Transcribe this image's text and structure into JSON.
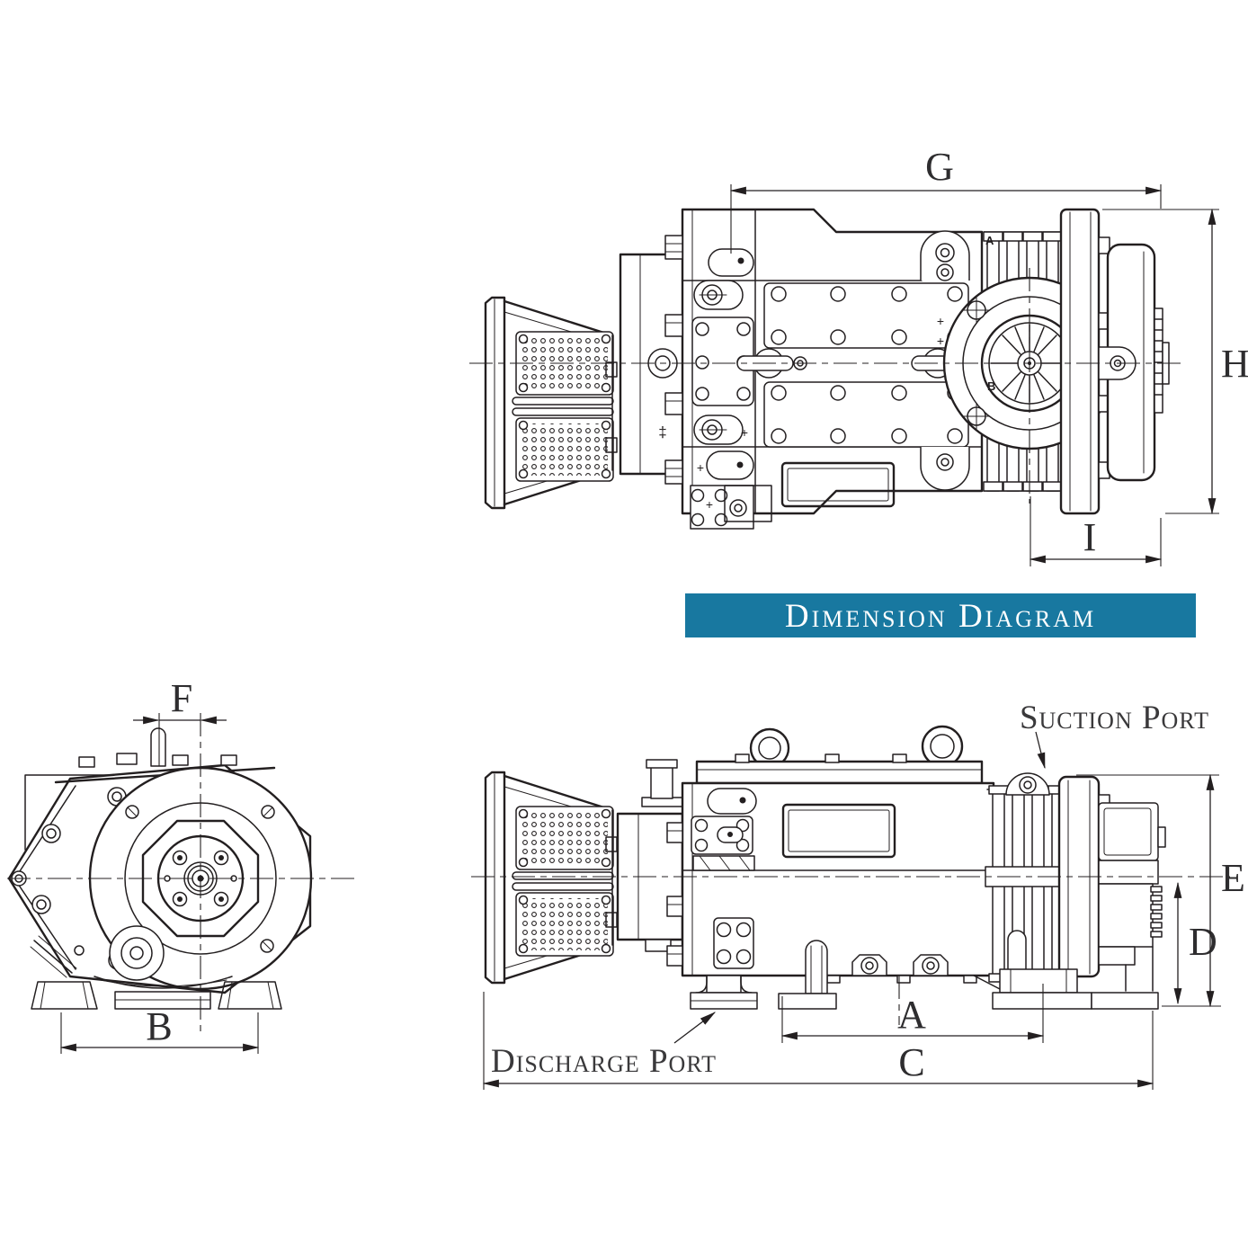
{
  "banner": {
    "title": "Dimension Diagram",
    "bg": "#1878A0",
    "fg": "#FFFFFF"
  },
  "drawing": {
    "line_color": "#231F20",
    "text_color": "#2E2D2F",
    "description": "Vacuum pump dimension diagram with three orthographic views"
  },
  "labels": {
    "g": "G",
    "h": "H",
    "i": "I",
    "f": "F",
    "b": "B",
    "a": "A",
    "c": "C",
    "d": "D",
    "e": "E"
  },
  "callouts": {
    "suction": "Suction Port",
    "discharge": "Discharge Port"
  },
  "marks": {
    "section_a": "A",
    "section_b": "B",
    "dagger": "‡",
    "plus": "+"
  }
}
